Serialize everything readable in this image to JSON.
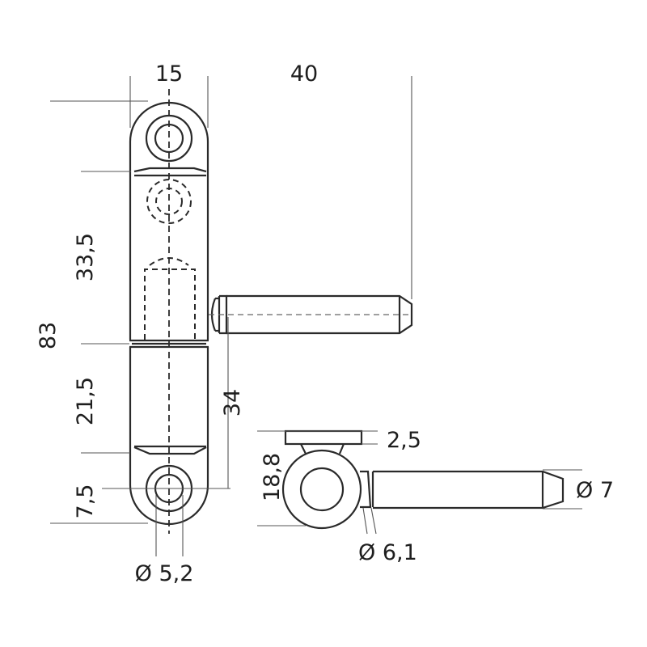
{
  "drawing": {
    "subject": "Hinge technical drawing",
    "line_color": "#2a2a2a",
    "background": "#ffffff",
    "dimensions": {
      "width_top": "15",
      "pin_offset": "40",
      "total_height": "83",
      "upper_segment": "33,5",
      "lower_segment": "21,5",
      "bottom_offset": "7,5",
      "pin_height": "34",
      "hole_diameter": "Ø 5,2",
      "plate_thickness": "2,5",
      "eye_diameter": "18,8",
      "pin_diameter": "Ø 7",
      "neck_diameter": "Ø 6,1"
    }
  }
}
